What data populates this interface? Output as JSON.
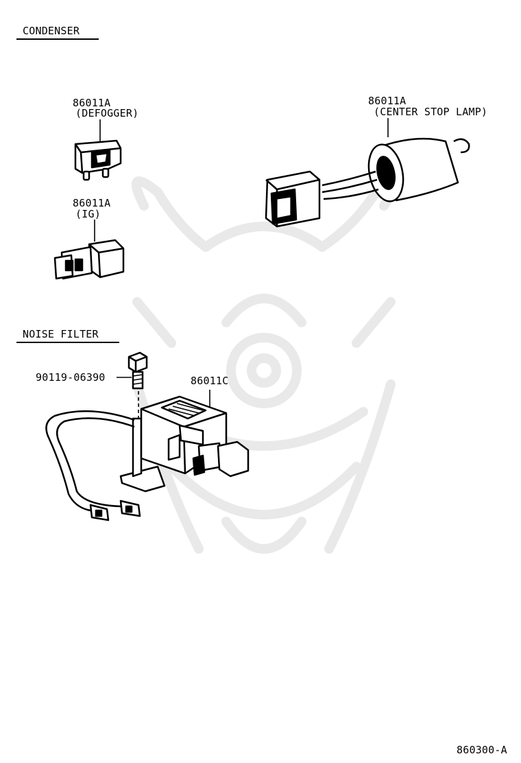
{
  "sections": {
    "condenser": "CONDENSER",
    "noise_filter": "NOISE FILTER"
  },
  "parts": {
    "defogger": {
      "number": "86011A",
      "note": "(DEFOGGER)"
    },
    "ig": {
      "number": "86011A",
      "note": "(IG)"
    },
    "center_stop_lamp": {
      "number": "86011A",
      "note": "(CENTER STOP LAMP)"
    },
    "noise_filter": {
      "number": "86011C"
    },
    "bolt": {
      "number": "90119-06390"
    }
  },
  "diagram_id": "860300-A",
  "colors": {
    "ink": "#000000",
    "watermark": "#e6e6e6"
  }
}
